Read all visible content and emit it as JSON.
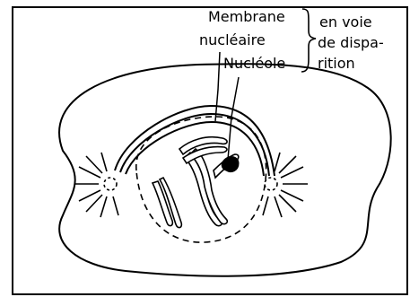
{
  "labels": {
    "membrane_line1": "Membrane",
    "membrane_line2": "nucléaire",
    "nucleole": "Nucléole",
    "voie_line1": "en voie",
    "voie_line2": "de dispa-",
    "voie_line3": "rition"
  },
  "colors": {
    "ink": "#000000",
    "background": "#ffffff"
  }
}
